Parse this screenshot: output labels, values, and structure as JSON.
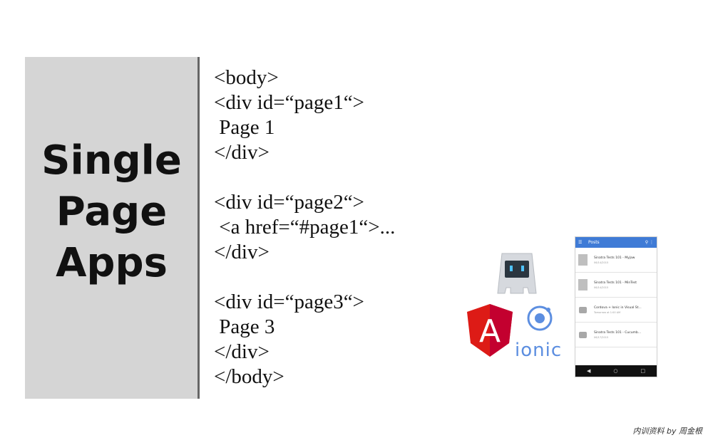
{
  "title": {
    "lines": [
      "Single",
      "Page",
      "Apps"
    ]
  },
  "code": {
    "lines": [
      "<body>",
      "<div id=“page1“>",
      " Page 1",
      "</div>",
      "",
      "<div id=“page2“>",
      " <a href=“#page1“>...",
      "</div>",
      "",
      "<div id=“page3“>",
      " Page 3",
      "</div>",
      "</body>"
    ]
  },
  "logos": {
    "ionic_text": "ionic",
    "angular_letter": "A"
  },
  "phone": {
    "title": "Posts",
    "items": [
      {
        "title": "Sinatra Tests 101 - Myjaw",
        "sub": "06/14/2015"
      },
      {
        "title": "Sinatra Tests 101 - MinTest",
        "sub": "06/14/2015"
      },
      {
        "title": "Cordova + Ionic in Visual St...",
        "sub": "Tomorrow at 1:00 AM"
      },
      {
        "title": "Sinatra Tests 101 - Cucumb...",
        "sub": "06/17/2015"
      }
    ]
  },
  "footer": {
    "credit": "内训资料 by 周金根"
  },
  "colors": {
    "panel": "#d5d5d5",
    "divider": "#666666",
    "angular_red": "#c3002f",
    "ionic_blue": "#5c8ee0",
    "phone_bar": "#3f7bd6"
  }
}
